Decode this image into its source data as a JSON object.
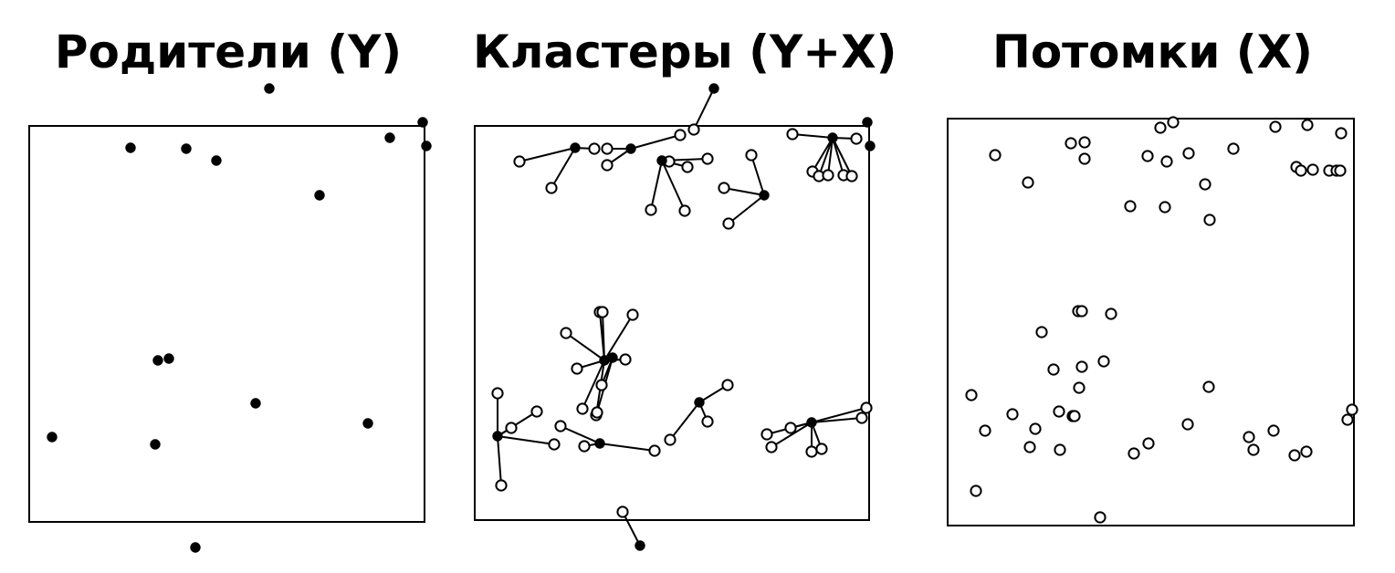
{
  "panels": {
    "parents": {
      "title": "Родители (Y)"
    },
    "clusters": {
      "title": "Кластеры (Y+X)"
    },
    "offspring": {
      "title": "Потомки (X)"
    }
  },
  "colors": {
    "ink": "#000000",
    "background": "#ffffff"
  },
  "legend": {
    "parent_marker": "filled-circle",
    "offspring_marker": "open-circle",
    "link": "line from offspring to parent"
  }
}
